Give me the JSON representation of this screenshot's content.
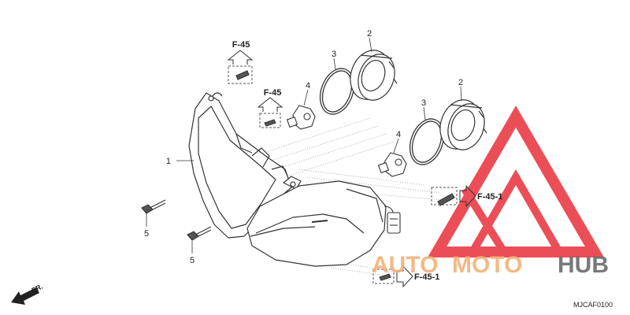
{
  "diagram": {
    "callouts": [
      {
        "id": "c1",
        "text": "1"
      },
      {
        "id": "c2a",
        "text": "2"
      },
      {
        "id": "c2b",
        "text": "2"
      },
      {
        "id": "c3a",
        "text": "3"
      },
      {
        "id": "c3b",
        "text": "3"
      },
      {
        "id": "c4a",
        "text": "4"
      },
      {
        "id": "c4b",
        "text": "4"
      },
      {
        "id": "c5a",
        "text": "5"
      },
      {
        "id": "c5b",
        "text": "5"
      }
    ],
    "references": {
      "top_left": "F-45",
      "mid_left": "F-45",
      "right": "F-45-1",
      "bottom": "F-45-1"
    },
    "direction_label": "FR.",
    "figure_code": "MJCAF0100",
    "watermark": {
      "part_a": "AUTO",
      "part_b": "MOTO",
      "part_c": "HUB",
      "colors": {
        "auto": "#f2b27a",
        "moto": "#f2b27a",
        "hub": "#6b6b6b",
        "logo": "#e9303a"
      }
    }
  }
}
